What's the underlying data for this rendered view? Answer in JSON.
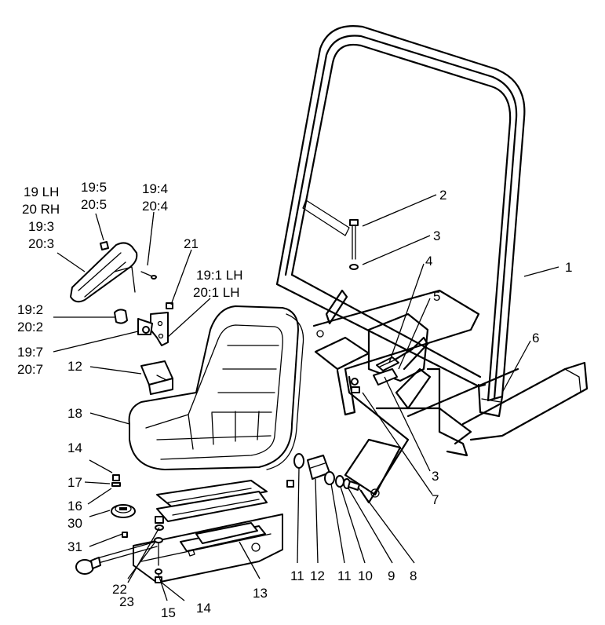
{
  "callouts": {
    "c1": "1",
    "c2": "2",
    "c3a": "3",
    "c3b": "3",
    "c4": "4",
    "c5": "5",
    "c6": "6",
    "c7": "7",
    "c8": "8",
    "c9": "9",
    "c10": "10",
    "c11a": "11",
    "c11b": "11",
    "c12a": "12",
    "c12b": "12",
    "c13": "13",
    "c14a": "14",
    "c14b": "14",
    "c15": "15",
    "c16": "16",
    "c17": "17",
    "c18": "18",
    "c21": "21",
    "c22": "22",
    "c23": "23",
    "c30": "30",
    "c31": "31",
    "armrest_a": "19 LH",
    "armrest_b": "20 RH",
    "armrest_c": "19:3",
    "armrest_d": "20:3",
    "knob_a": "19:5",
    "knob_b": "20:5",
    "bolt_a": "19:4",
    "bolt_b": "20:4",
    "bracket_a": "19:1 LH",
    "bracket_b": "20:1 LH",
    "bushing_a": "19:2",
    "bushing_b": "20:2",
    "pivot_a": "19:7",
    "pivot_b": "20:7"
  }
}
